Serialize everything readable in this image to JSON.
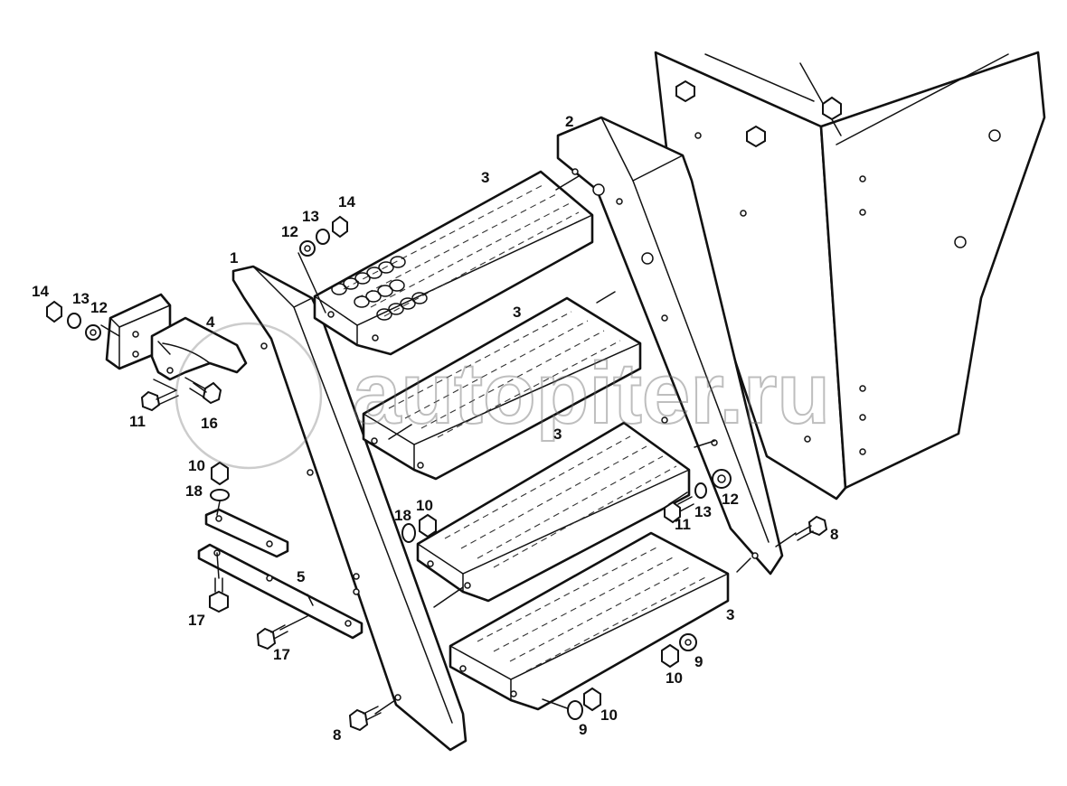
{
  "watermark": {
    "text": "autopiter.ru"
  },
  "callouts": {
    "c1": "1",
    "c2": "2",
    "c3a": "3",
    "c3b": "3",
    "c3c": "3",
    "c3d": "3",
    "c4": "4",
    "c5": "5",
    "c8a": "8",
    "c8b": "8",
    "c9a": "9",
    "c9b": "9",
    "c10a": "10",
    "c10b": "10",
    "c10c": "10",
    "c10d": "10",
    "c11a": "11",
    "c11b": "11",
    "c12a": "12",
    "c12b": "12",
    "c12c": "12",
    "c13a": "13",
    "c13b": "13",
    "c13c": "13",
    "c14a": "14",
    "c14b": "14",
    "c16": "16",
    "c17a": "17",
    "c17b": "17",
    "c18a": "18",
    "c18b": "18"
  }
}
